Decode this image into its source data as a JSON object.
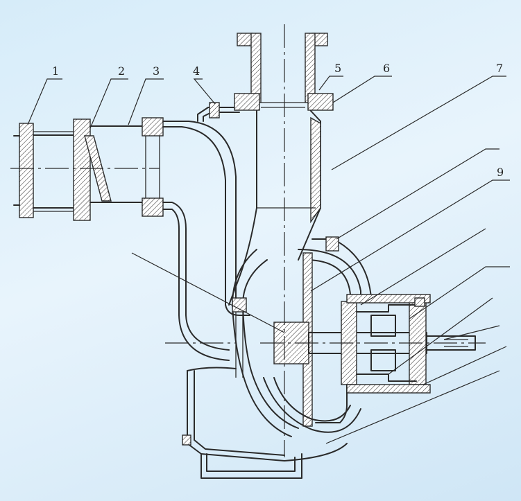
{
  "callouts": [
    {
      "id": "1",
      "label": "1"
    },
    {
      "id": "2",
      "label": "2"
    },
    {
      "id": "3",
      "label": "3"
    },
    {
      "id": "4",
      "label": "4"
    },
    {
      "id": "5",
      "label": "5"
    },
    {
      "id": "6",
      "label": "6"
    },
    {
      "id": "7",
      "label": "7"
    },
    {
      "id": "9",
      "label": "9"
    }
  ],
  "colors": {
    "background": "#d6ecf9",
    "line": "#2a2a2a"
  }
}
